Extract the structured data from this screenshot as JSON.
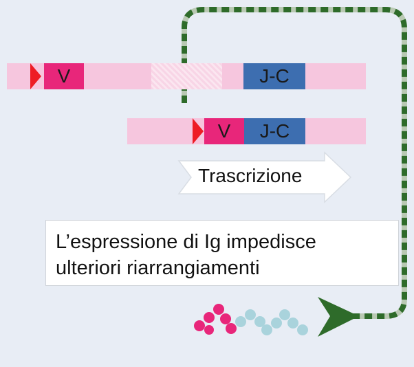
{
  "colors": {
    "background": "#e8edf5",
    "dna": "#f6c6de",
    "v_segment": "#e8267a",
    "jc_segment": "#3d6eb0",
    "rss_triangle": "#ee1c25",
    "dashed_arrow_dark": "#2e6b2a",
    "dashed_arrow_light": "#b9c9b3",
    "protein_pink": "#e8267a",
    "protein_light": "#a9d3dc"
  },
  "locus_1": {
    "v_label": "V",
    "jc_label": "J-C"
  },
  "locus_2": {
    "v_label": "V",
    "jc_label": "J-C"
  },
  "transcription_label": "Trascrizione",
  "note_text_line1": "L’espressione di Ig impedisce",
  "note_text_line2": "ulteriori riarrangiamenti"
}
